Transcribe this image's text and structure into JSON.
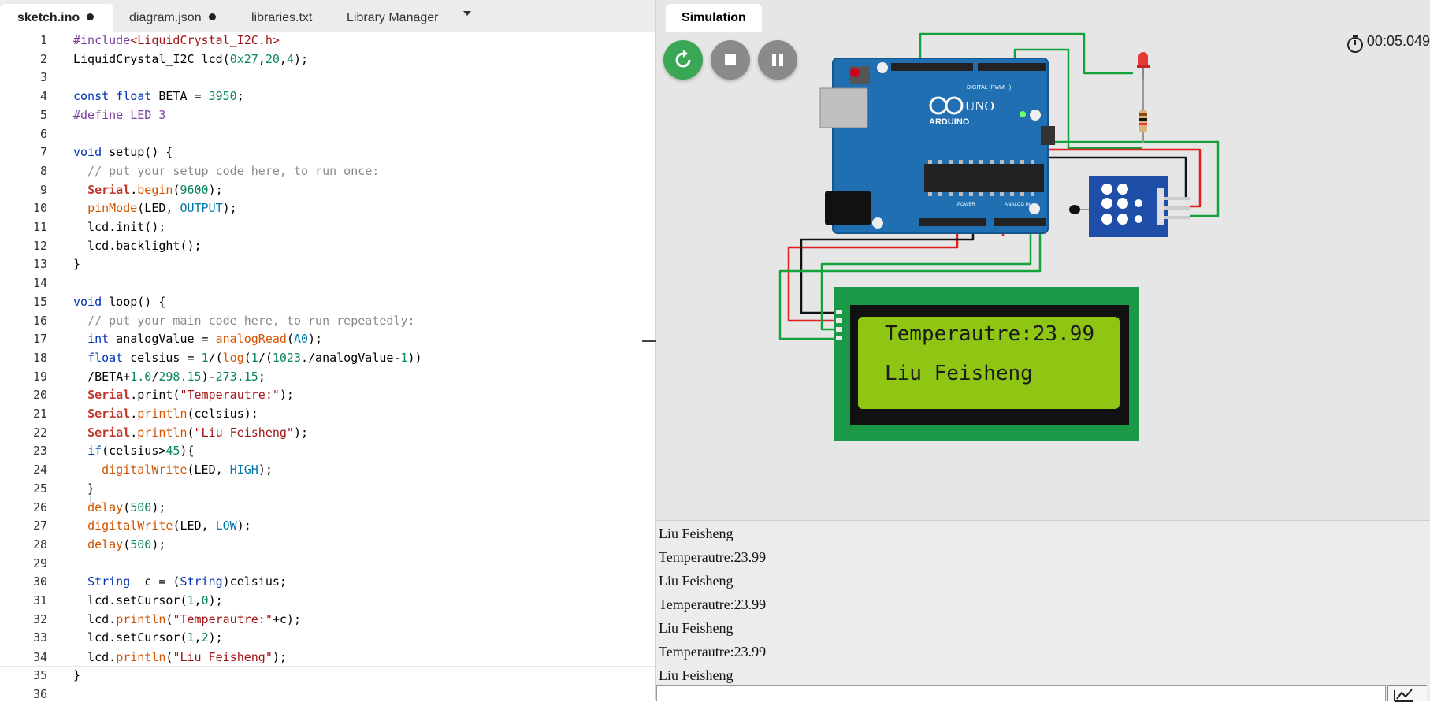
{
  "editor": {
    "tabs": [
      {
        "label": "sketch.ino",
        "modified": true
      },
      {
        "label": "diagram.json",
        "modified": true
      },
      {
        "label": "libraries.txt",
        "modified": false
      },
      {
        "label": "Library Manager",
        "modified": false
      }
    ],
    "code_lines": [
      "#include<LiquidCrystal_I2C.h>",
      "LiquidCrystal_I2C lcd(0x27,20,4);",
      "",
      "const float BETA = 3950;",
      "#define LED 3",
      "",
      "void setup() {",
      "  // put your setup code here, to run once:",
      "  Serial.begin(9600);",
      "  pinMode(LED, OUTPUT);",
      "  lcd.init();",
      "  lcd.backlight();",
      "}",
      "",
      "void loop() {",
      "  // put your main code here, to run repeatedly:",
      "  int analogValue = analogRead(A0);",
      "  float celsius = 1/(log(1/(1023./analogValue-1))",
      "  /BETA+1.0/298.15)-273.15;",
      "  Serial.print(\"Temperautre:\");",
      "  Serial.println(celsius);",
      "  Serial.println(\"Liu Feisheng\");",
      "  if(celsius>45){",
      "    digitalWrite(LED, HIGH);",
      "  }",
      "  delay(500);",
      "  digitalWrite(LED, LOW);",
      "  delay(500);",
      "",
      "  String  c = (String)celsius;",
      "  lcd.setCursor(1,0);",
      "  lcd.println(\"Temperautre:\"+c);",
      "  lcd.setCursor(1,2);",
      "  lcd.println(\"Liu Feisheng\");",
      "}",
      ""
    ]
  },
  "simulation": {
    "tab_label": "Simulation",
    "timer": "00:05.049",
    "lcd": {
      "line1": "Temperautre:23.99",
      "line2": "Liu Feisheng"
    },
    "board": {
      "brand": "ARDUINO",
      "model": "UNO",
      "digital_label": "DIGITAL (PWM ~)",
      "analog_label": "ANALOG IN",
      "power_label": "POWER"
    }
  },
  "serial_monitor": {
    "lines": [
      "Liu Feisheng",
      "Temperautre:23.99",
      "Liu Feisheng",
      "Temperautre:23.99",
      "Liu Feisheng",
      "Temperautre:23.99",
      "Liu Feisheng"
    ]
  },
  "colors": {
    "accent_green": "#3aa757",
    "board_blue": "#1f6fb2",
    "lcd_green": "#8fc614",
    "wire_red": "#e02020",
    "wire_green": "#13a33a",
    "wire_black": "#111111"
  }
}
